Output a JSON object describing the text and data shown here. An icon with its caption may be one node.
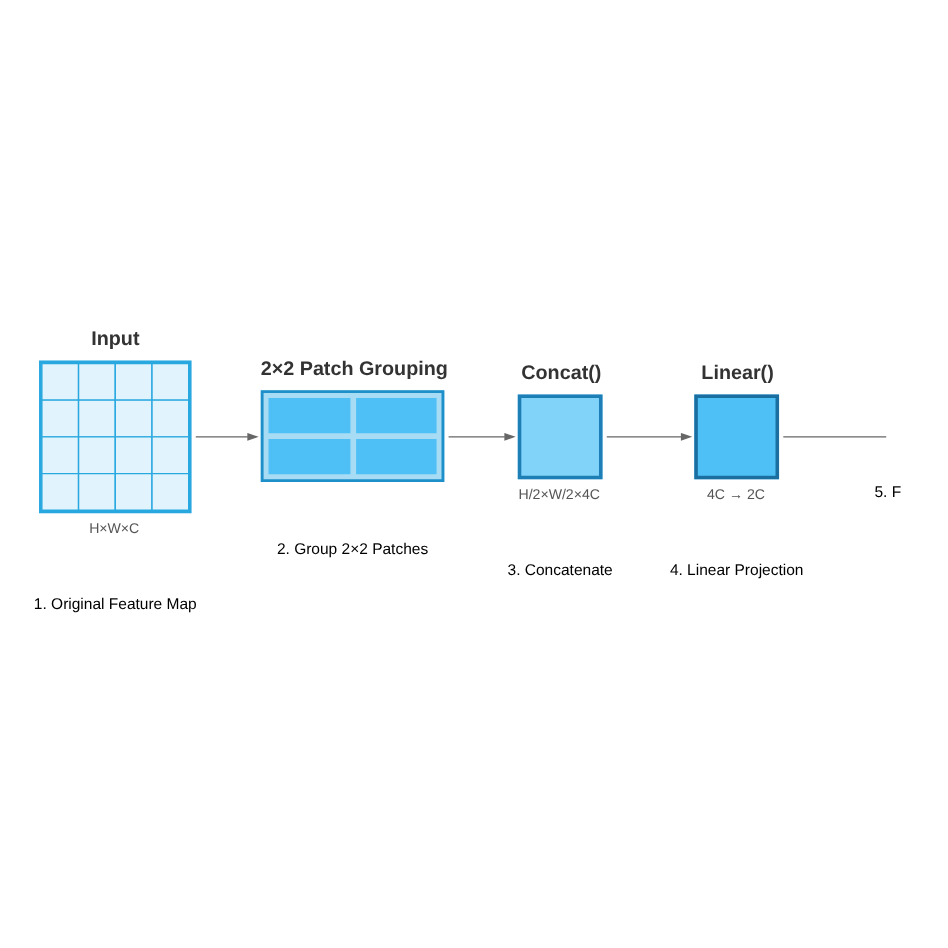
{
  "diagram": {
    "nodes": [
      {
        "text": [
          "Input"
        ],
        "beside": [
          "H×W×C"
        ]
      },
      {
        "text": [
          "2×2 Patch Grouping"
        ]
      },
      {
        "text": [
          "Concat()"
        ],
        "beside": [
          "H/2×W/2×4C"
        ]
      },
      {
        "text": [
          "Linear()"
        ],
        "beside": [
          "4C → 2C"
        ]
      }
    ],
    "edges": [
      {
        "from": 0,
        "to": 1,
        "arrow": "to",
        "color": "#666666"
      },
      {
        "from": 1,
        "to": 2,
        "arrow": "to",
        "color": "#666666"
      },
      {
        "from": 2,
        "to": 3,
        "arrow": "to",
        "color": "#666666"
      },
      {
        "from": 3,
        "to": null,
        "arrow": "none",
        "color": "#666666"
      }
    ],
    "labels": [
      "1. Original Feature Map",
      "2. Group 2×2 Patches",
      "3. Concatenate",
      "4. Linear Projection",
      "5. F"
    ]
  }
}
